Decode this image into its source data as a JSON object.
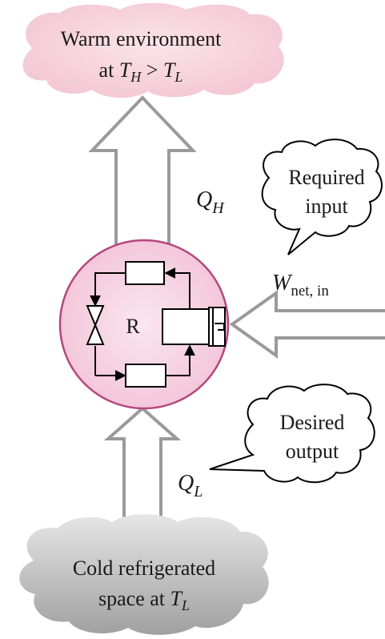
{
  "warm_environment": {
    "line1": "Warm environment",
    "line2_prefix": "at ",
    "sym_TH": "T",
    "sub_H": "H",
    "greater_than": " > ",
    "sym_TL": "T",
    "sub_L": "L"
  },
  "heat_rejected": {
    "symbol": "Q",
    "subscript": "H"
  },
  "required_input_bubble": {
    "line1": "Required",
    "line2": "input"
  },
  "work_input": {
    "symbol": "W",
    "subscript": "net, in"
  },
  "refrigerator": {
    "label": "R"
  },
  "desired_output_bubble": {
    "line1": "Desired",
    "line2": "output"
  },
  "heat_absorbed": {
    "symbol": "Q",
    "subscript": "L"
  },
  "cold_space": {
    "line1": "Cold refrigerated",
    "line2_prefix": "space at ",
    "sym_TL": "T",
    "sub_L": "L"
  },
  "colors": {
    "warm_cloud": "#f6d3dd",
    "cold_cloud_light": "#e3e3e3",
    "cold_cloud_dark": "#a3a3a3",
    "refrigerator_fill": "#f7d6e4",
    "refrigerator_stroke": "#b3477e",
    "arrow_stroke": "#9a9a9a"
  }
}
